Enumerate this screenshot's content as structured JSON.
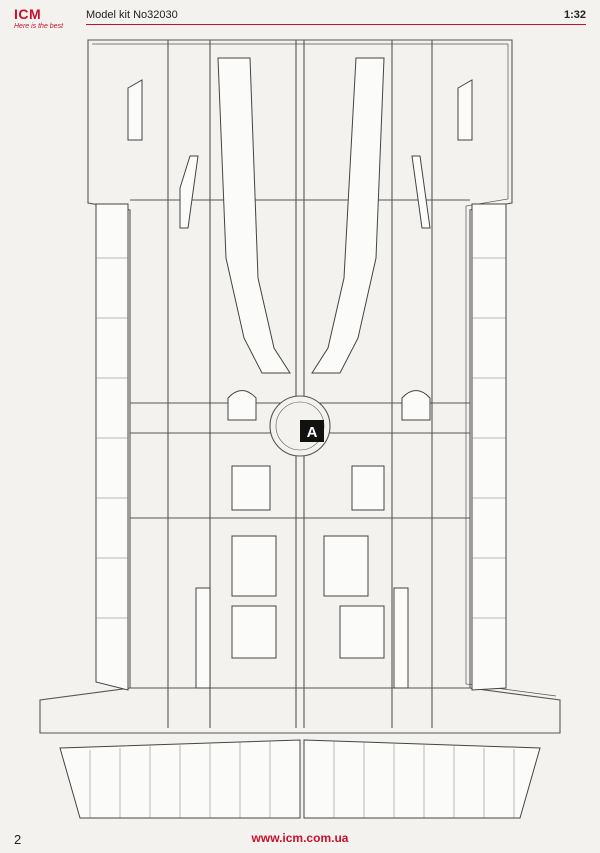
{
  "brand": {
    "logo": "ICM",
    "tagline": "Here is the best"
  },
  "header": {
    "model": "Model kit No32030",
    "scale": "1:32"
  },
  "sprue": {
    "label": "A"
  },
  "footer": {
    "page": "2",
    "url": "www.icm.com.ua"
  },
  "colors": {
    "accent": "#c8102e",
    "line": "#555555",
    "paper": "#f3f2ef"
  }
}
